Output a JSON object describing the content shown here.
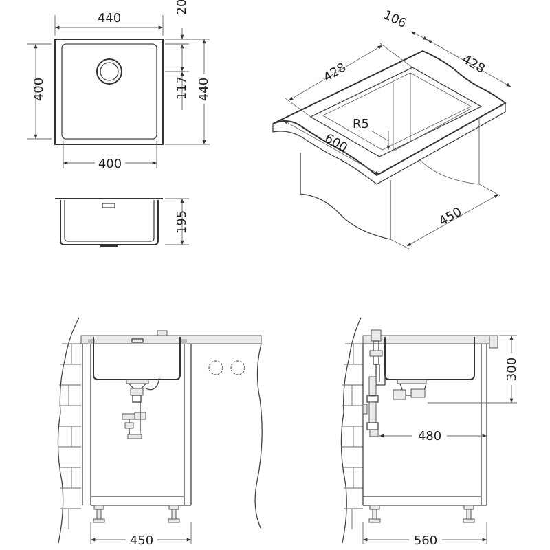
{
  "top_view": {
    "width_outer": "440",
    "height_inner": "400",
    "rim_top": "20",
    "drain_offset": "117",
    "height_outer": "440",
    "width_inner": "400"
  },
  "side_view": {
    "depth": "195"
  },
  "iso_view": {
    "length_a": "428",
    "width_b": "106",
    "length_c": "428",
    "radius": "R5",
    "cabinet": "600",
    "depth": "450"
  },
  "front_install": {
    "cabinet_width": "450"
  },
  "side_install": {
    "height": "300",
    "drain_distance": "480",
    "cabinet_depth": "560"
  }
}
